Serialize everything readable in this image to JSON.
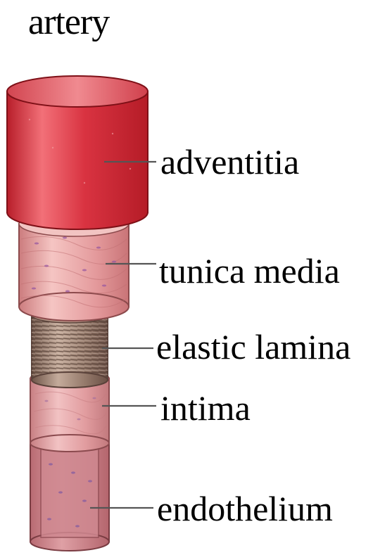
{
  "title": "artery",
  "labels": {
    "adventitia": "adventitia",
    "tunica_media": "tunica media",
    "elastic_lamina": "elastic lamina",
    "intima": "intima",
    "endothelium": "endothelium"
  },
  "colors": {
    "adventitia": "#d8303f",
    "tunica_media": "#e8a0a0",
    "elastic_lamina": "#9a7f70",
    "intima": "#e7a3a5",
    "endothelium": "#c97f86",
    "leader_line": "#555555"
  }
}
